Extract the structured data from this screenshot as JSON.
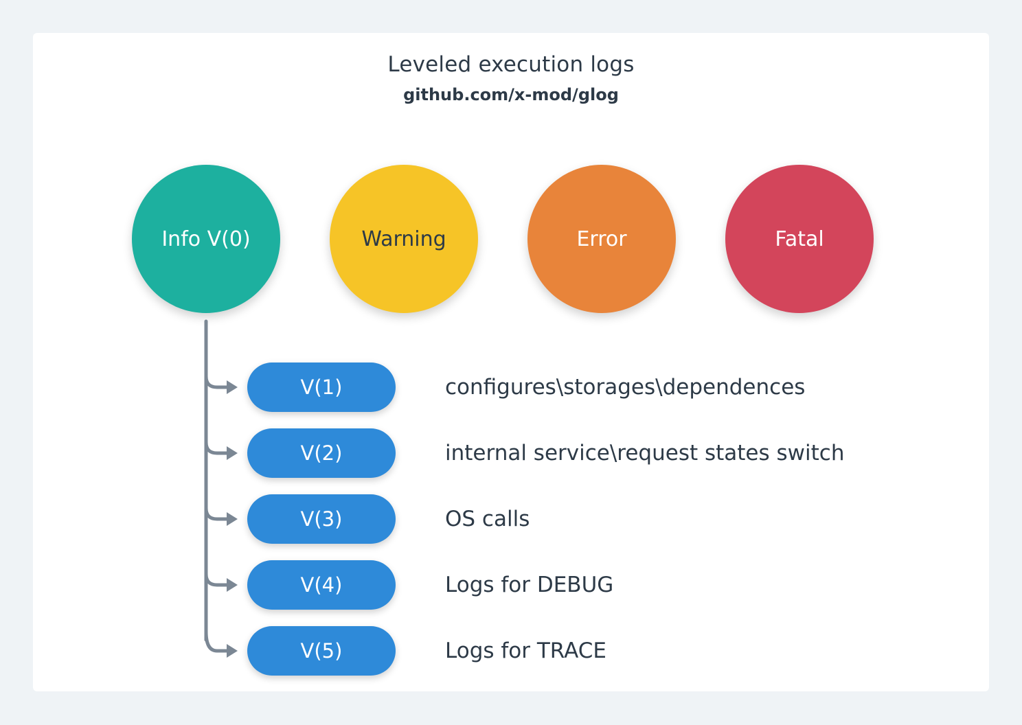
{
  "header": {
    "title": "Leveled execution logs",
    "subtitle": "github.com/x-mod/glog"
  },
  "levels": [
    {
      "label": "Info V(0)",
      "color": "#1db09f",
      "text_color": "#ffffff"
    },
    {
      "label": "Warning",
      "color": "#f6c427",
      "text_color": "#2d3a47"
    },
    {
      "label": "Error",
      "color": "#e8843a",
      "text_color": "#ffffff"
    },
    {
      "label": "Fatal",
      "color": "#d3455b",
      "text_color": "#ffffff"
    }
  ],
  "verbosity": [
    {
      "label": "V(1)",
      "description": "configures\\storages\\dependences"
    },
    {
      "label": "V(2)",
      "description": "internal service\\request states switch"
    },
    {
      "label": "V(3)",
      "description": "OS calls"
    },
    {
      "label": "V(4)",
      "description": "Logs for DEBUG"
    },
    {
      "label": "V(5)",
      "description": "Logs for TRACE"
    }
  ],
  "colors": {
    "verbosity_pill": "#2e8ad9",
    "connector": "#7b8794",
    "text": "#2d3a47"
  }
}
